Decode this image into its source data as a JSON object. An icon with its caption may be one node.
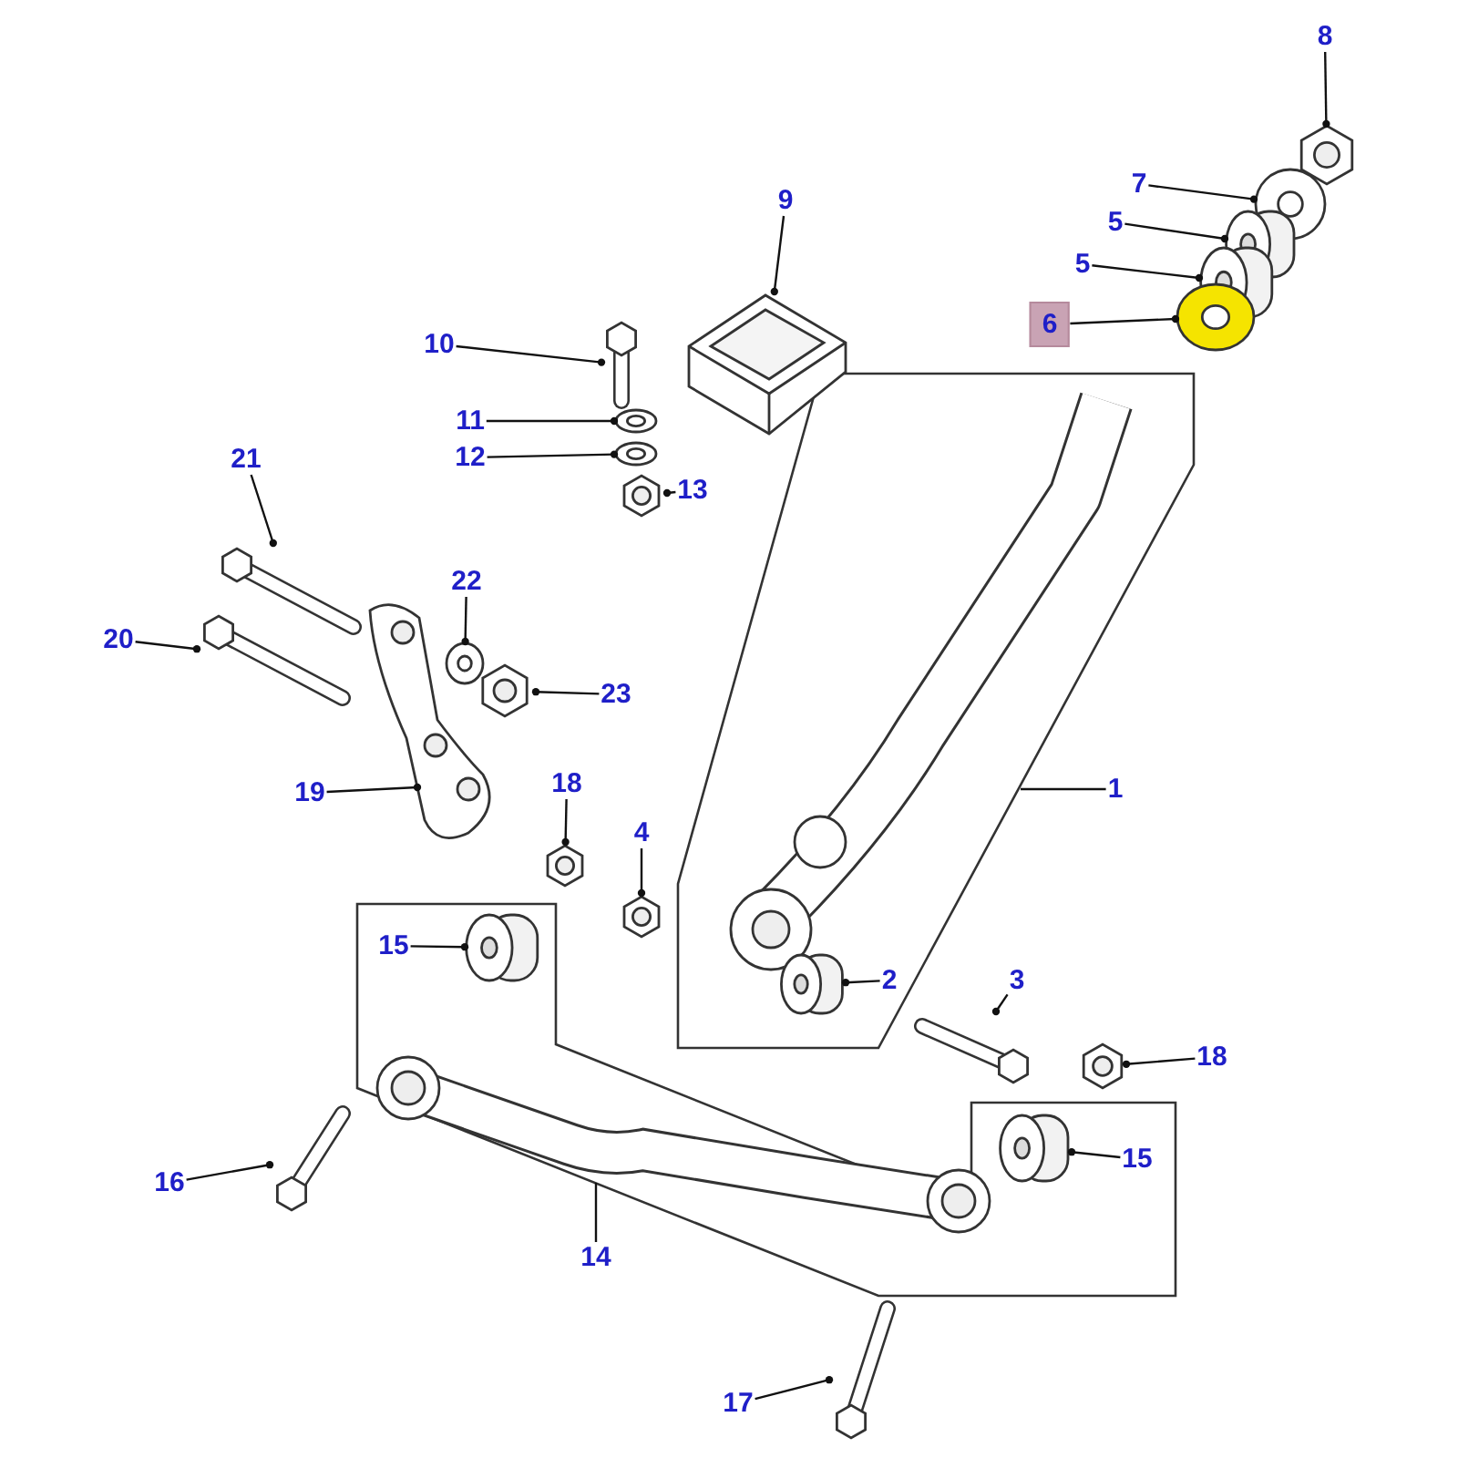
{
  "diagram": {
    "nodes": [
      {
        "text": [
          "8"
        ]
      },
      {
        "text": [],
        "shape": "picture"
      },
      {
        "text": [
          "7"
        ]
      },
      {
        "text": [],
        "shape": "picture"
      },
      {
        "text": [
          "5"
        ]
      },
      {
        "text": [],
        "shape": "cylinder"
      },
      {
        "text": [
          "5"
        ]
      },
      {
        "text": [],
        "shape": "cylinder"
      },
      {
        "text": [
          "6"
        ]
      },
      {
        "text": [],
        "shape": "picture"
      },
      {
        "text": [
          "9"
        ]
      },
      {
        "text": [],
        "shape": "picture"
      },
      {
        "text": [
          "10"
        ]
      },
      {
        "text": [],
        "shape": "picture"
      },
      {
        "text": [
          "11"
        ]
      },
      {
        "text": [],
        "shape": "picture"
      },
      {
        "text": [
          "12"
        ]
      },
      {
        "text": [],
        "shape": "picture"
      },
      {
        "text": [
          "13"
        ]
      },
      {
        "text": [],
        "shape": "picture"
      },
      {
        "text": [
          "21"
        ]
      },
      {
        "text": [],
        "shape": "picture"
      },
      {
        "text": [
          "22"
        ]
      },
      {
        "text": [],
        "shape": "picture"
      },
      {
        "text": [
          "20"
        ]
      },
      {
        "text": [],
        "shape": "picture"
      },
      {
        "text": [
          "23"
        ]
      },
      {
        "text": [],
        "shape": "picture"
      },
      {
        "text": [],
        "shape": "box"
      },
      {
        "text": [],
        "shape": "picture",
        "in": 28
      },
      {
        "text": [],
        "shape": "cylinder",
        "in": 28
      },
      {
        "text": [
          "2"
        ],
        "in": 28
      },
      {
        "text": [
          "1"
        ]
      },
      {
        "text": [
          "19"
        ]
      },
      {
        "text": [],
        "shape": "picture"
      },
      {
        "text": [
          "18"
        ]
      },
      {
        "text": [],
        "shape": "picture"
      },
      {
        "text": [
          "4"
        ]
      },
      {
        "text": [],
        "shape": "picture"
      },
      {
        "text": [],
        "shape": "box"
      },
      {
        "text": [
          "15"
        ],
        "in": 39
      },
      {
        "text": [],
        "shape": "cylinder",
        "in": 39
      },
      {
        "text": [],
        "shape": "picture",
        "in": 39
      },
      {
        "text": [],
        "shape": "cylinder",
        "in": 39
      },
      {
        "text": [
          "15"
        ],
        "in": 39
      },
      {
        "text": [
          "3"
        ]
      },
      {
        "text": [],
        "shape": "picture"
      },
      {
        "text": [
          "18"
        ]
      },
      {
        "text": [],
        "shape": "picture"
      },
      {
        "text": [
          "16"
        ]
      },
      {
        "text": [],
        "shape": "picture"
      },
      {
        "text": [
          "14"
        ]
      },
      {
        "text": [
          "17"
        ]
      },
      {
        "text": [],
        "shape": "picture"
      }
    ],
    "edges": [
      {
        "from": 0,
        "to": 1,
        "arrow": "other"
      },
      {
        "from": 2,
        "to": 3,
        "arrow": "other"
      },
      {
        "from": 4,
        "to": 5,
        "arrow": "other"
      },
      {
        "from": 6,
        "to": 7,
        "arrow": "other"
      },
      {
        "from": 8,
        "to": 9,
        "arrow": "other"
      },
      {
        "from": 10,
        "to": 11,
        "arrow": "other"
      },
      {
        "from": 12,
        "to": 13,
        "arrow": "other"
      },
      {
        "from": 14,
        "to": 15,
        "arrow": "other"
      },
      {
        "from": 16,
        "to": 17,
        "arrow": "other"
      },
      {
        "from": 18,
        "to": 19,
        "arrow": "other"
      },
      {
        "from": 20,
        "to": 21,
        "arrow": "other"
      },
      {
        "from": 22,
        "to": 23,
        "arrow": "other"
      },
      {
        "from": 24,
        "to": 25,
        "arrow": "other"
      },
      {
        "from": 26,
        "to": 27,
        "arrow": "other"
      },
      {
        "from": 32,
        "to": 28,
        "arrow": "none"
      },
      {
        "from": 31,
        "to": 30,
        "arrow": "other"
      },
      {
        "from": 33,
        "to": 34,
        "arrow": "other"
      },
      {
        "from": 35,
        "to": 36,
        "arrow": "other"
      },
      {
        "from": 37,
        "to": 38,
        "arrow": "other"
      },
      {
        "from": 40,
        "to": 41,
        "arrow": "other"
      },
      {
        "from": 44,
        "to": 43,
        "arrow": "other"
      },
      {
        "from": 45,
        "to": 46,
        "arrow": "other"
      },
      {
        "from": 47,
        "to": 48,
        "arrow": "other"
      },
      {
        "from": 49,
        "to": 50,
        "arrow": "other"
      },
      {
        "from": 51,
        "to": 39,
        "arrow": "none"
      },
      {
        "from": 52,
        "to": 53,
        "arrow": "other"
      }
    ]
  }
}
